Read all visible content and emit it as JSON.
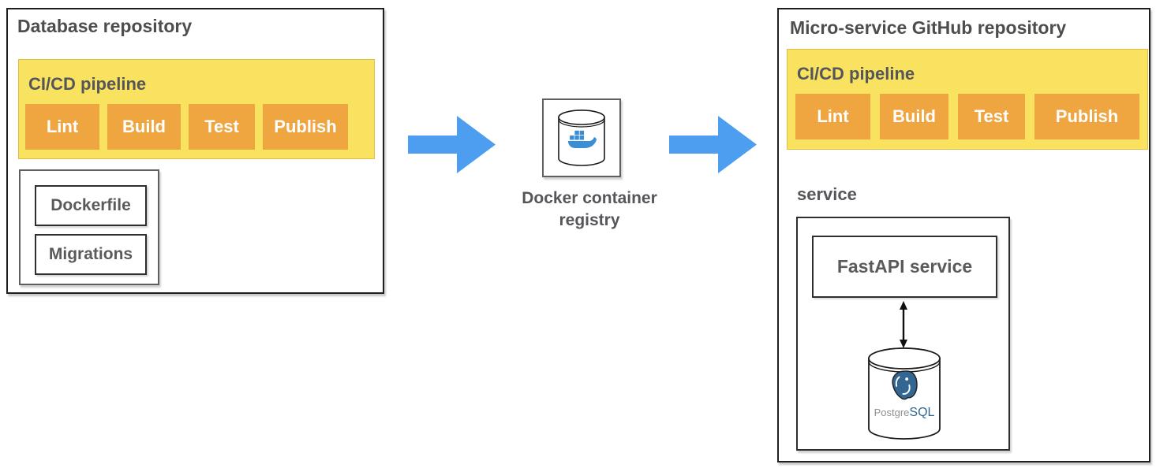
{
  "left_panel": {
    "title": "Database repository",
    "pipeline": {
      "label": "CI/CD pipeline",
      "stages": [
        "Lint",
        "Build",
        "Test",
        "Publish"
      ]
    },
    "artifacts": {
      "dockerfile": "Dockerfile",
      "migrations": "Migrations"
    }
  },
  "middle": {
    "registry_label": "Docker container registry",
    "docker_icon": "docker-whale-on-cylinder"
  },
  "right_panel": {
    "title": "Micro-service GitHub repository",
    "pipeline": {
      "label": "CI/CD pipeline",
      "stages": [
        "Lint",
        "Build",
        "Test",
        "Publish"
      ]
    },
    "service_label": "service",
    "fastapi_label": "FastAPI service",
    "postgres_label": {
      "gray": "Postgre",
      "blue": "SQL"
    }
  },
  "colors": {
    "flow_arrow_blue": "#4d9ef1",
    "pipeline_yellow": "#f8e25f",
    "stage_orange": "#f0a640",
    "docker_blue": "#3a8fd4",
    "postgres_blue": "#336791",
    "text_gray": "#4d4d4d"
  }
}
